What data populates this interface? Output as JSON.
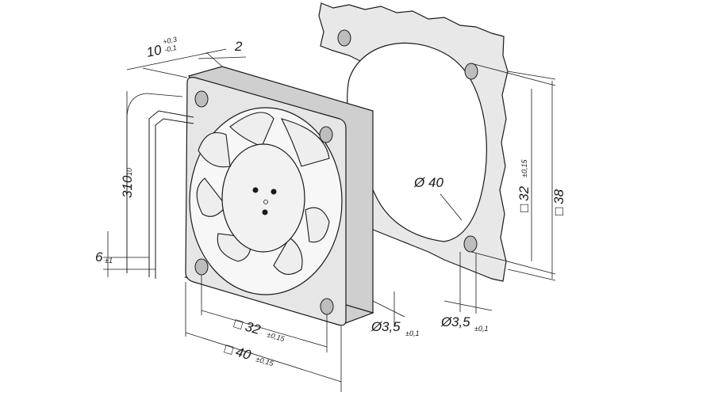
{
  "dimensions": {
    "depth": {
      "value": "10",
      "tol_upper": "+0,3",
      "tol_lower": "-0,1"
    },
    "frame_offset": {
      "value": "2"
    },
    "cable_length": {
      "value": "310",
      "tol": "10"
    },
    "lead_strip": {
      "value": "6",
      "tol": "±1"
    },
    "hole_spacing_bottom": {
      "prefix": "□",
      "value": "32",
      "tol": "±0,15"
    },
    "frame_size": {
      "prefix": "□",
      "value": "40",
      "tol": "±0,15"
    },
    "hole_dia_fan": {
      "prefix": "Ø",
      "value": "3,5",
      "tol": "±0,1"
    },
    "hole_dia_gasket": {
      "prefix": "Ø",
      "value": "3,5",
      "tol": "±0,1"
    },
    "gasket_opening": {
      "prefix": "Ø",
      "value": "40"
    },
    "gasket_hole_spacing": {
      "prefix": "□",
      "value": "32",
      "tol": "±0,15"
    },
    "gasket_size": {
      "prefix": "□",
      "value": "38"
    }
  }
}
